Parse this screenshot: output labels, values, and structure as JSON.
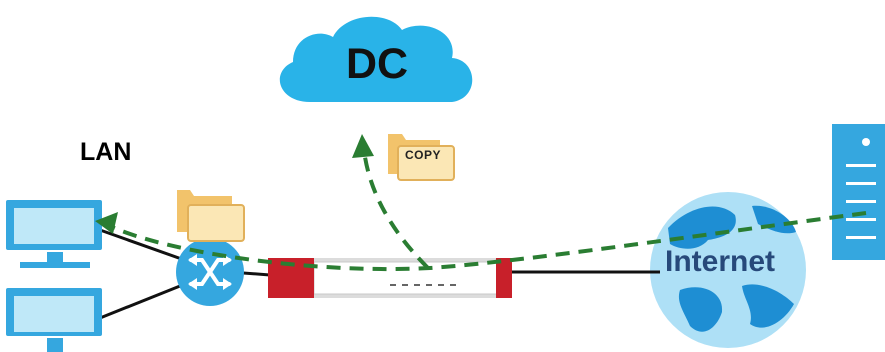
{
  "labels": {
    "lan": "LAN",
    "dc": "DC",
    "internet": "Internet",
    "copy": "COPY"
  },
  "colors": {
    "cloud": "#29b3e8",
    "device_blue": "#35a7df",
    "globe": "#aee0f6",
    "globe_land": "#1e8ed3",
    "firewall_red": "#c8202a",
    "dashed_arrow": "#2a7d32",
    "folder": "#f2c36b"
  }
}
